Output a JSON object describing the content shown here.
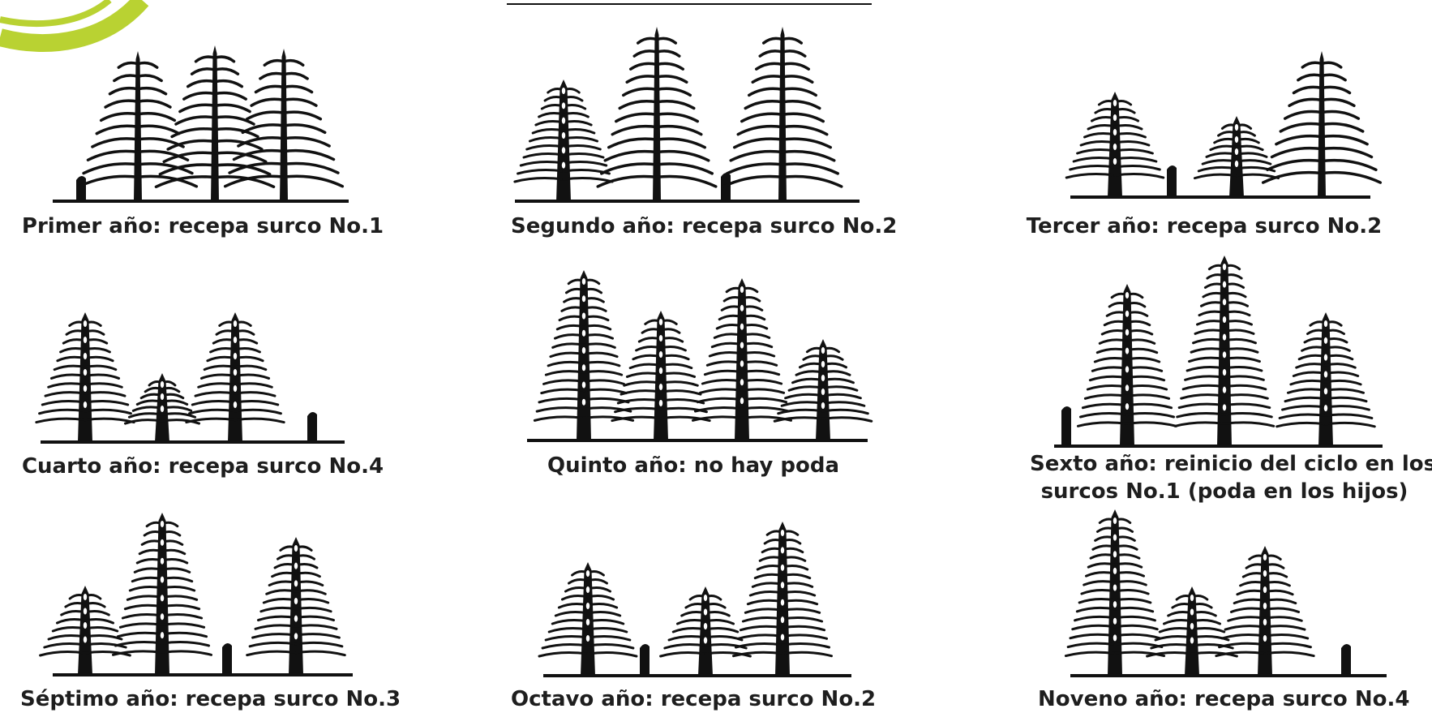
{
  "colors": {
    "logo_accent": "#b9d232",
    "ink": "#111111",
    "text": "#1e1e1e"
  },
  "panels": [
    {
      "caption": "Primer año: recepa surco No.1",
      "caption2": "",
      "trees": [
        {
          "kind": "stump"
        },
        {
          "kind": "tall"
        },
        {
          "kind": "tall"
        },
        {
          "kind": "tall"
        }
      ]
    },
    {
      "caption": "Segundo año: recepa surco No.2",
      "caption2": "",
      "trees": [
        {
          "kind": "bushy"
        },
        {
          "kind": "tall"
        },
        {
          "kind": "stump"
        },
        {
          "kind": "tall"
        }
      ]
    },
    {
      "caption": "Tercer año: recepa surco No.2",
      "caption2": "",
      "trees": [
        {
          "kind": "bushy"
        },
        {
          "kind": "stump"
        },
        {
          "kind": "sprout"
        },
        {
          "kind": "tall"
        }
      ]
    },
    {
      "caption": "Cuarto año: recepa surco No.4",
      "caption2": "",
      "trees": [
        {
          "kind": "bushy"
        },
        {
          "kind": "sprout"
        },
        {
          "kind": "bushy"
        },
        {
          "kind": "stump"
        }
      ]
    },
    {
      "caption": "Quinto año: no hay poda",
      "caption2": "",
      "trees": [
        {
          "kind": "bushy"
        },
        {
          "kind": "bushy"
        },
        {
          "kind": "bushy"
        },
        {
          "kind": "sprout"
        }
      ]
    },
    {
      "caption": "Sexto año: reinicio del ciclo en los",
      "caption2": "surcos No.1 (poda en los hijos)",
      "trees": [
        {
          "kind": "stump"
        },
        {
          "kind": "bushy"
        },
        {
          "kind": "bushy"
        },
        {
          "kind": "bushy"
        }
      ]
    },
    {
      "caption": "Séptimo año: recepa surco No.3",
      "caption2": "",
      "trees": [
        {
          "kind": "sprout"
        },
        {
          "kind": "bushy"
        },
        {
          "kind": "stump"
        },
        {
          "kind": "bushy"
        }
      ]
    },
    {
      "caption": "Octavo año: recepa surco No.2",
      "caption2": "",
      "trees": [
        {
          "kind": "bushy"
        },
        {
          "kind": "stump"
        },
        {
          "kind": "sprout"
        },
        {
          "kind": "bushy"
        }
      ]
    },
    {
      "caption": "Noveno año: recepa surco No.4",
      "caption2": "",
      "trees": [
        {
          "kind": "bushy"
        },
        {
          "kind": "sprout"
        },
        {
          "kind": "bushy"
        },
        {
          "kind": "stump"
        }
      ]
    }
  ]
}
